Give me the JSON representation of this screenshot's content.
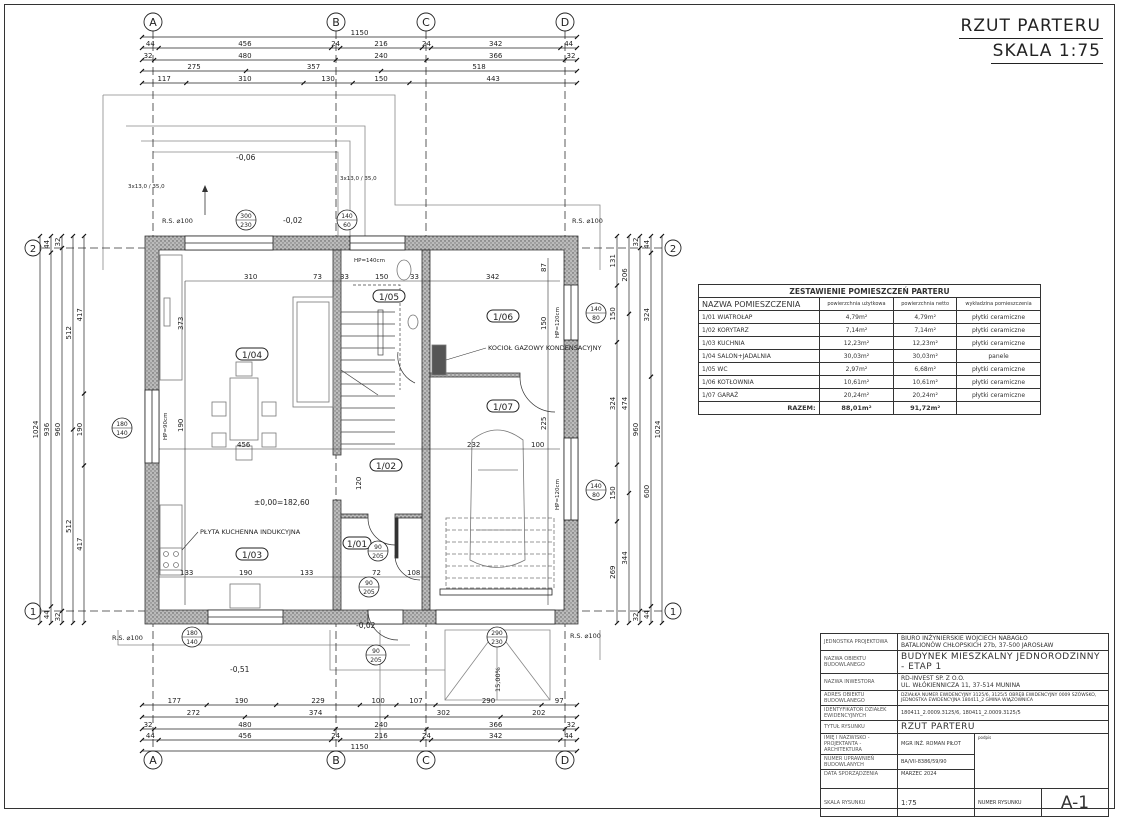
{
  "sheet": {
    "title": "RZUT PARTERU",
    "scale": "SKALA 1:75"
  },
  "grid": {
    "columns": [
      "A",
      "B",
      "C",
      "D"
    ],
    "rows": [
      "2",
      "1"
    ]
  },
  "dimensions": {
    "top": [
      [
        1150
      ],
      [
        44,
        456,
        24,
        216,
        24,
        342,
        44
      ],
      [
        32,
        480,
        240,
        366,
        32
      ],
      [
        275,
        357,
        518
      ],
      [
        117,
        310,
        130,
        150,
        443
      ]
    ],
    "bottom": [
      [
        177,
        190,
        229,
        100,
        107,
        290,
        97
      ],
      [
        272,
        374,
        302,
        202
      ],
      [
        32,
        480,
        240,
        366,
        32
      ],
      [
        44,
        456,
        24,
        216,
        24,
        342,
        44
      ],
      [
        1150
      ]
    ],
    "left": [
      [
        1024
      ],
      [
        44,
        936,
        44
      ],
      [
        32,
        960,
        32
      ],
      [
        512,
        512
      ],
      [
        417,
        190,
        417
      ]
    ],
    "right": [
      [
        131,
        150,
        324,
        150,
        269
      ],
      [
        206,
        474,
        344
      ],
      [
        32,
        960,
        32
      ],
      [
        44,
        324,
        600,
        44
      ],
      [
        1024
      ]
    ]
  },
  "rooms_on_plan": [
    "1/04",
    "1/05",
    "1/06",
    "1/07",
    "1/02",
    "1/01",
    "1/03"
  ],
  "interior_dims": [
    "310",
    "73",
    "33",
    "150",
    "33",
    "342",
    "373",
    "190",
    "456",
    "232",
    "100",
    "190",
    "133",
    "133",
    "72",
    "108",
    "120",
    "225",
    "87",
    "150"
  ],
  "annotations": {
    "boiler": "KOCIOŁ GAZOWY KONDENSACYJNY",
    "hob": "PŁYTA KUCHENNA INDUKCYJNA",
    "zero_level": "±0,00=182,60",
    "level_1": "-0,06",
    "level_2": "-0,02",
    "level_3": "-0,02",
    "level_4": "-0,51",
    "rs_1": "R.S. ⌀100",
    "rs_2": "R.S. ⌀100",
    "rs_3": "R.S. ⌀100",
    "rs_4": "R.S. ⌀100",
    "step_1": "3x13,0 / 35,0",
    "step_2": "3x13,0 / 35,0",
    "slope": "15,00%",
    "hp_1": "HP=140cm",
    "hp_2": "HP=120cm",
    "hp_3": "HP=90cm",
    "hp_4": "HP=120cm",
    "door_1": [
      "300",
      "230"
    ],
    "door_2": [
      "140",
      "60"
    ],
    "door_3": [
      "140",
      "80"
    ],
    "door_4": [
      "180",
      "140"
    ],
    "door_5": [
      "140",
      "80"
    ],
    "door_6": [
      "90",
      "205"
    ],
    "door_7": [
      "90",
      "205"
    ],
    "door_8": [
      "90",
      "205"
    ],
    "door_9": [
      "180",
      "140"
    ],
    "door_10": [
      "290",
      "230"
    ]
  },
  "room_table": {
    "caption": "ZESTAWIENIE POMIESZCZEŃ PARTERU",
    "headers": [
      "NAZWA POMIESZCZENIA",
      "powierzchnia użytkowa",
      "powierzchnia netto",
      "wykładzina pomieszczenia"
    ],
    "rows": [
      [
        "1/01 WIATROŁAP",
        "4,79m²",
        "4,79m²",
        "płytki ceramiczne"
      ],
      [
        "1/02 KORYTARZ",
        "7,14m²",
        "7,14m²",
        "płytki ceramiczne"
      ],
      [
        "1/03 KUCHNIA",
        "12,23m²",
        "12,23m²",
        "płytki ceramiczne"
      ],
      [
        "1/04 SALON+JADALNIA",
        "30,03m²",
        "30,03m²",
        "panele"
      ],
      [
        "1/05 WC",
        "2,97m²",
        "6,68m²",
        "płytki ceramiczne"
      ],
      [
        "1/06 KOTŁOWNIA",
        "10,61m²",
        "10,61m²",
        "płytki ceramiczne"
      ],
      [
        "1/07 GARAŻ",
        "20,24m²",
        "20,24m²",
        "płytki ceramiczne"
      ]
    ],
    "total_label": "RAZEM:",
    "total_usable": "88,01m²",
    "total_net": "91,72m²"
  },
  "title_block": {
    "designer_label": "JEDNOSTKA PROJEKTOWA",
    "designer": "BIURO INŻYNIERSKIE WOJCIECH NABAGŁO\nBATALIONÓW CHŁOPSKICH 27b, 37-500 JAROSŁAW",
    "object_label": "NAZWA OBIEKTU BUDOWLANEGO",
    "object": "BUDYNEK MIESZKALNY JEDNORODZINNY - ETAP 1",
    "investor_label": "NAZWA INWESTORA",
    "investor": "RD-INVEST SP. Z O.O.\nUL. WŁÓKIENNICZA 11, 37-514 MUNINA",
    "address_label": "ADRES OBIEKTU BUDOWLANEGO",
    "address": "DZIAŁKA NUMER EWIDENCYJNY 3125/6, 3125/5 OBRĘB EWIDENCYJNY 0009 SZÓWSKO,\nJEDNOSTKA EWIDENCYJNA 180411_2 GMINA WIĄZOWNICA",
    "parcel_label": "IDENTYFIKATOR DZIAŁEK EWIDENCYJNYCH",
    "parcel": "180411_2.0009.3125/6, 180411_2.0009.3125/5",
    "drawing_title_label": "TYTUŁ RYSUNKU",
    "drawing_title": "RZUT PARTERU",
    "architect_label": "IMIĘ I NAZWISKO - PROJEKTANTA - ARCHITEKTURA",
    "architect": "MGR INŻ. ROMAN PIŁOT",
    "signature_label": "podpis",
    "license_label": "NUMER UPRAWNIEŃ BUDOWLANYCH",
    "license": "BA/VII-8386/59/90",
    "date_label": "DATA SPORZĄDZENIA",
    "date": "MARZEC 2024",
    "scale_label": "SKALA RYSUNKU",
    "scale": "1:75",
    "number_label": "NUMER RYSUNKU",
    "number": "A-1"
  }
}
